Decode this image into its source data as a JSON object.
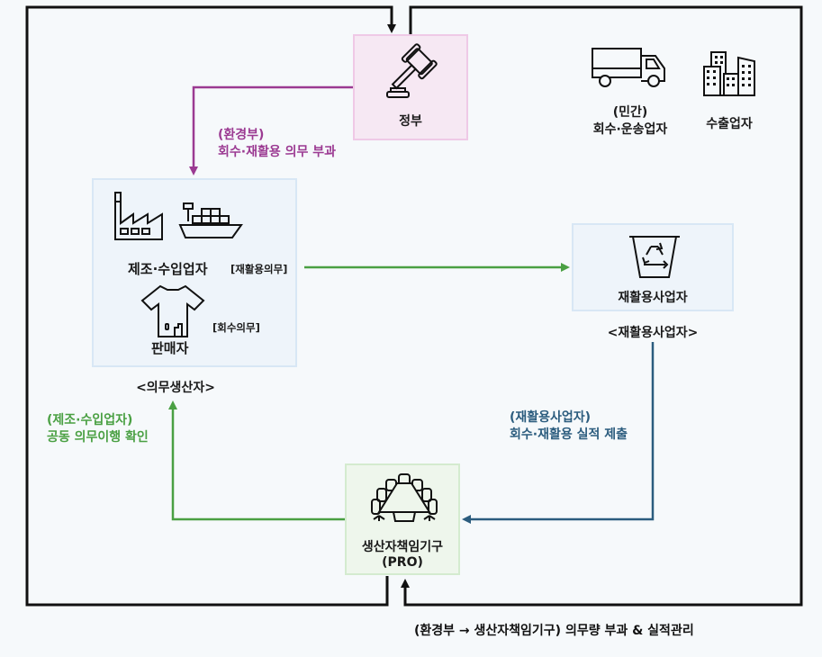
{
  "colors": {
    "purple": "#9b3a92",
    "green": "#4aa043",
    "blue": "#2b5c7e",
    "black": "#111111",
    "gov_fill": "#f6e8f3",
    "producer_fill": "#eef4fa",
    "pro_fill": "#eef6ec"
  },
  "nodes": {
    "government": {
      "label": "정부",
      "icon": "gavel-icon"
    },
    "collectors": {
      "label_line1": "(민간)",
      "label_line2": "회수·운송업자",
      "icon": "truck-icon"
    },
    "exporters": {
      "label": "수출업자",
      "icon": "buildings-icon"
    },
    "producers": {
      "manufacturer_label": "제조·수입업자",
      "manufacturer_duty": "[재활용의무]",
      "seller_label": "판매자",
      "seller_duty": "[회수의무]",
      "group_caption": "<의무생산자>",
      "icons": [
        "factory-icon",
        "ship-icon",
        "tshirt-icon"
      ]
    },
    "recycler": {
      "label": "재활용사업자",
      "caption": "<재활용사업자>",
      "icon": "recycle-bin-icon"
    },
    "pro": {
      "label_line1": "생산자책임기구",
      "label_line2": "(PRO)",
      "icon": "conference-table-icon"
    }
  },
  "annotations": {
    "gov_to_producer": {
      "line1": "(환경부)",
      "line2": "회수·재활용 의무 부과"
    },
    "recycler_to_pro": {
      "line1": "(재활용사업자)",
      "line2": "회수·재활용 실적 제출"
    },
    "pro_to_producer": {
      "line1": "(제조·수입업자)",
      "line2": "공동 의무이행 확인"
    },
    "gov_pro_loop": "(환경부 → 생산자책임기구) 의무량 부과 & 실적관리"
  }
}
